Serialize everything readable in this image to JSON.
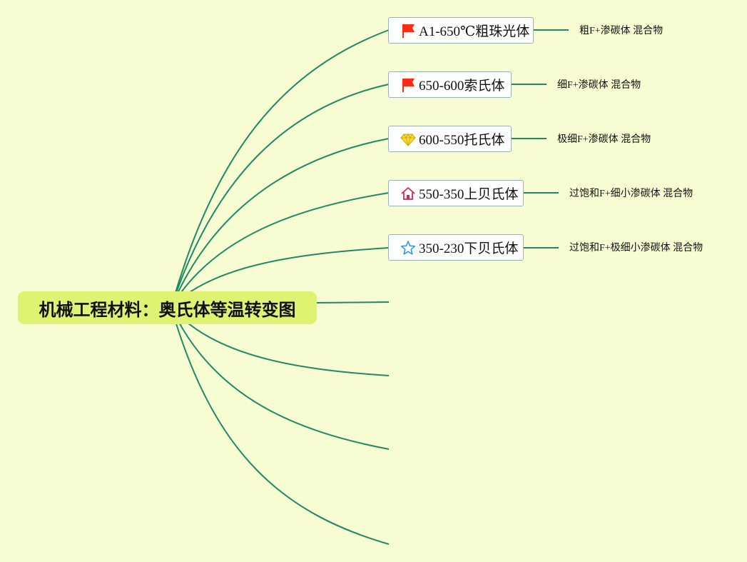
{
  "root": {
    "title": "机械工程材料：奥氏体等温转变图"
  },
  "branches": [
    {
      "label": "A1-650℃粗珠光体",
      "icon": "red-flag-icon",
      "detail": "粗F+渗碳体 混合物"
    },
    {
      "label": "650-600索氏体",
      "icon": "red-flag-icon",
      "detail": "细F+渗碳体 混合物"
    },
    {
      "label": "600-550托氏体",
      "icon": "diamond-icon",
      "detail": "极细F+渗碳体 混合物"
    },
    {
      "label": "550-350上贝氏体",
      "icon": "house-icon",
      "detail": "过饱和F+细小渗碳体 混合物"
    },
    {
      "label": "350-230下贝氏体",
      "icon": "star-icon",
      "detail": "过饱和F+极细小渗碳体 混合物"
    }
  ],
  "colors": {
    "background": "#f7fcd3",
    "root_fill": "#e0f271",
    "line": "#1f8a66",
    "flag": "#ff2a12",
    "diamond": "#f5dc3a",
    "house": "#d8265a",
    "star": "#2a9be0"
  }
}
